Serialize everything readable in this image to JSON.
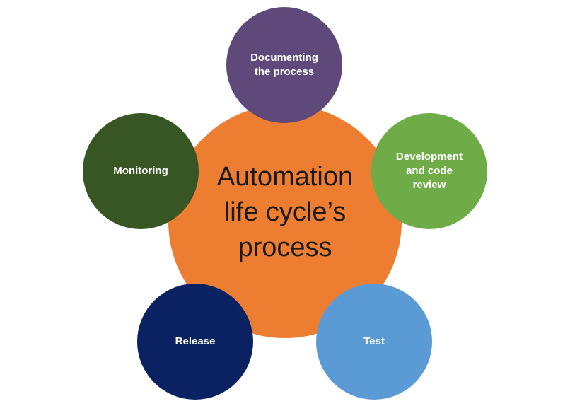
{
  "center": {
    "label": "Automation\nlife cycle’s\nprocess",
    "color": "#ED7D31"
  },
  "nodes": [
    {
      "id": "documenting",
      "label": "Documenting\nthe process",
      "color": "#5E497A"
    },
    {
      "id": "development",
      "label": "Development\nand code\nreview",
      "color": "#6FAC47"
    },
    {
      "id": "monitoring",
      "label": "Monitoring",
      "color": "#375623"
    },
    {
      "id": "release",
      "label": "Release",
      "color": "#0A2162"
    },
    {
      "id": "test",
      "label": "Test",
      "color": "#5B9BD5"
    }
  ]
}
